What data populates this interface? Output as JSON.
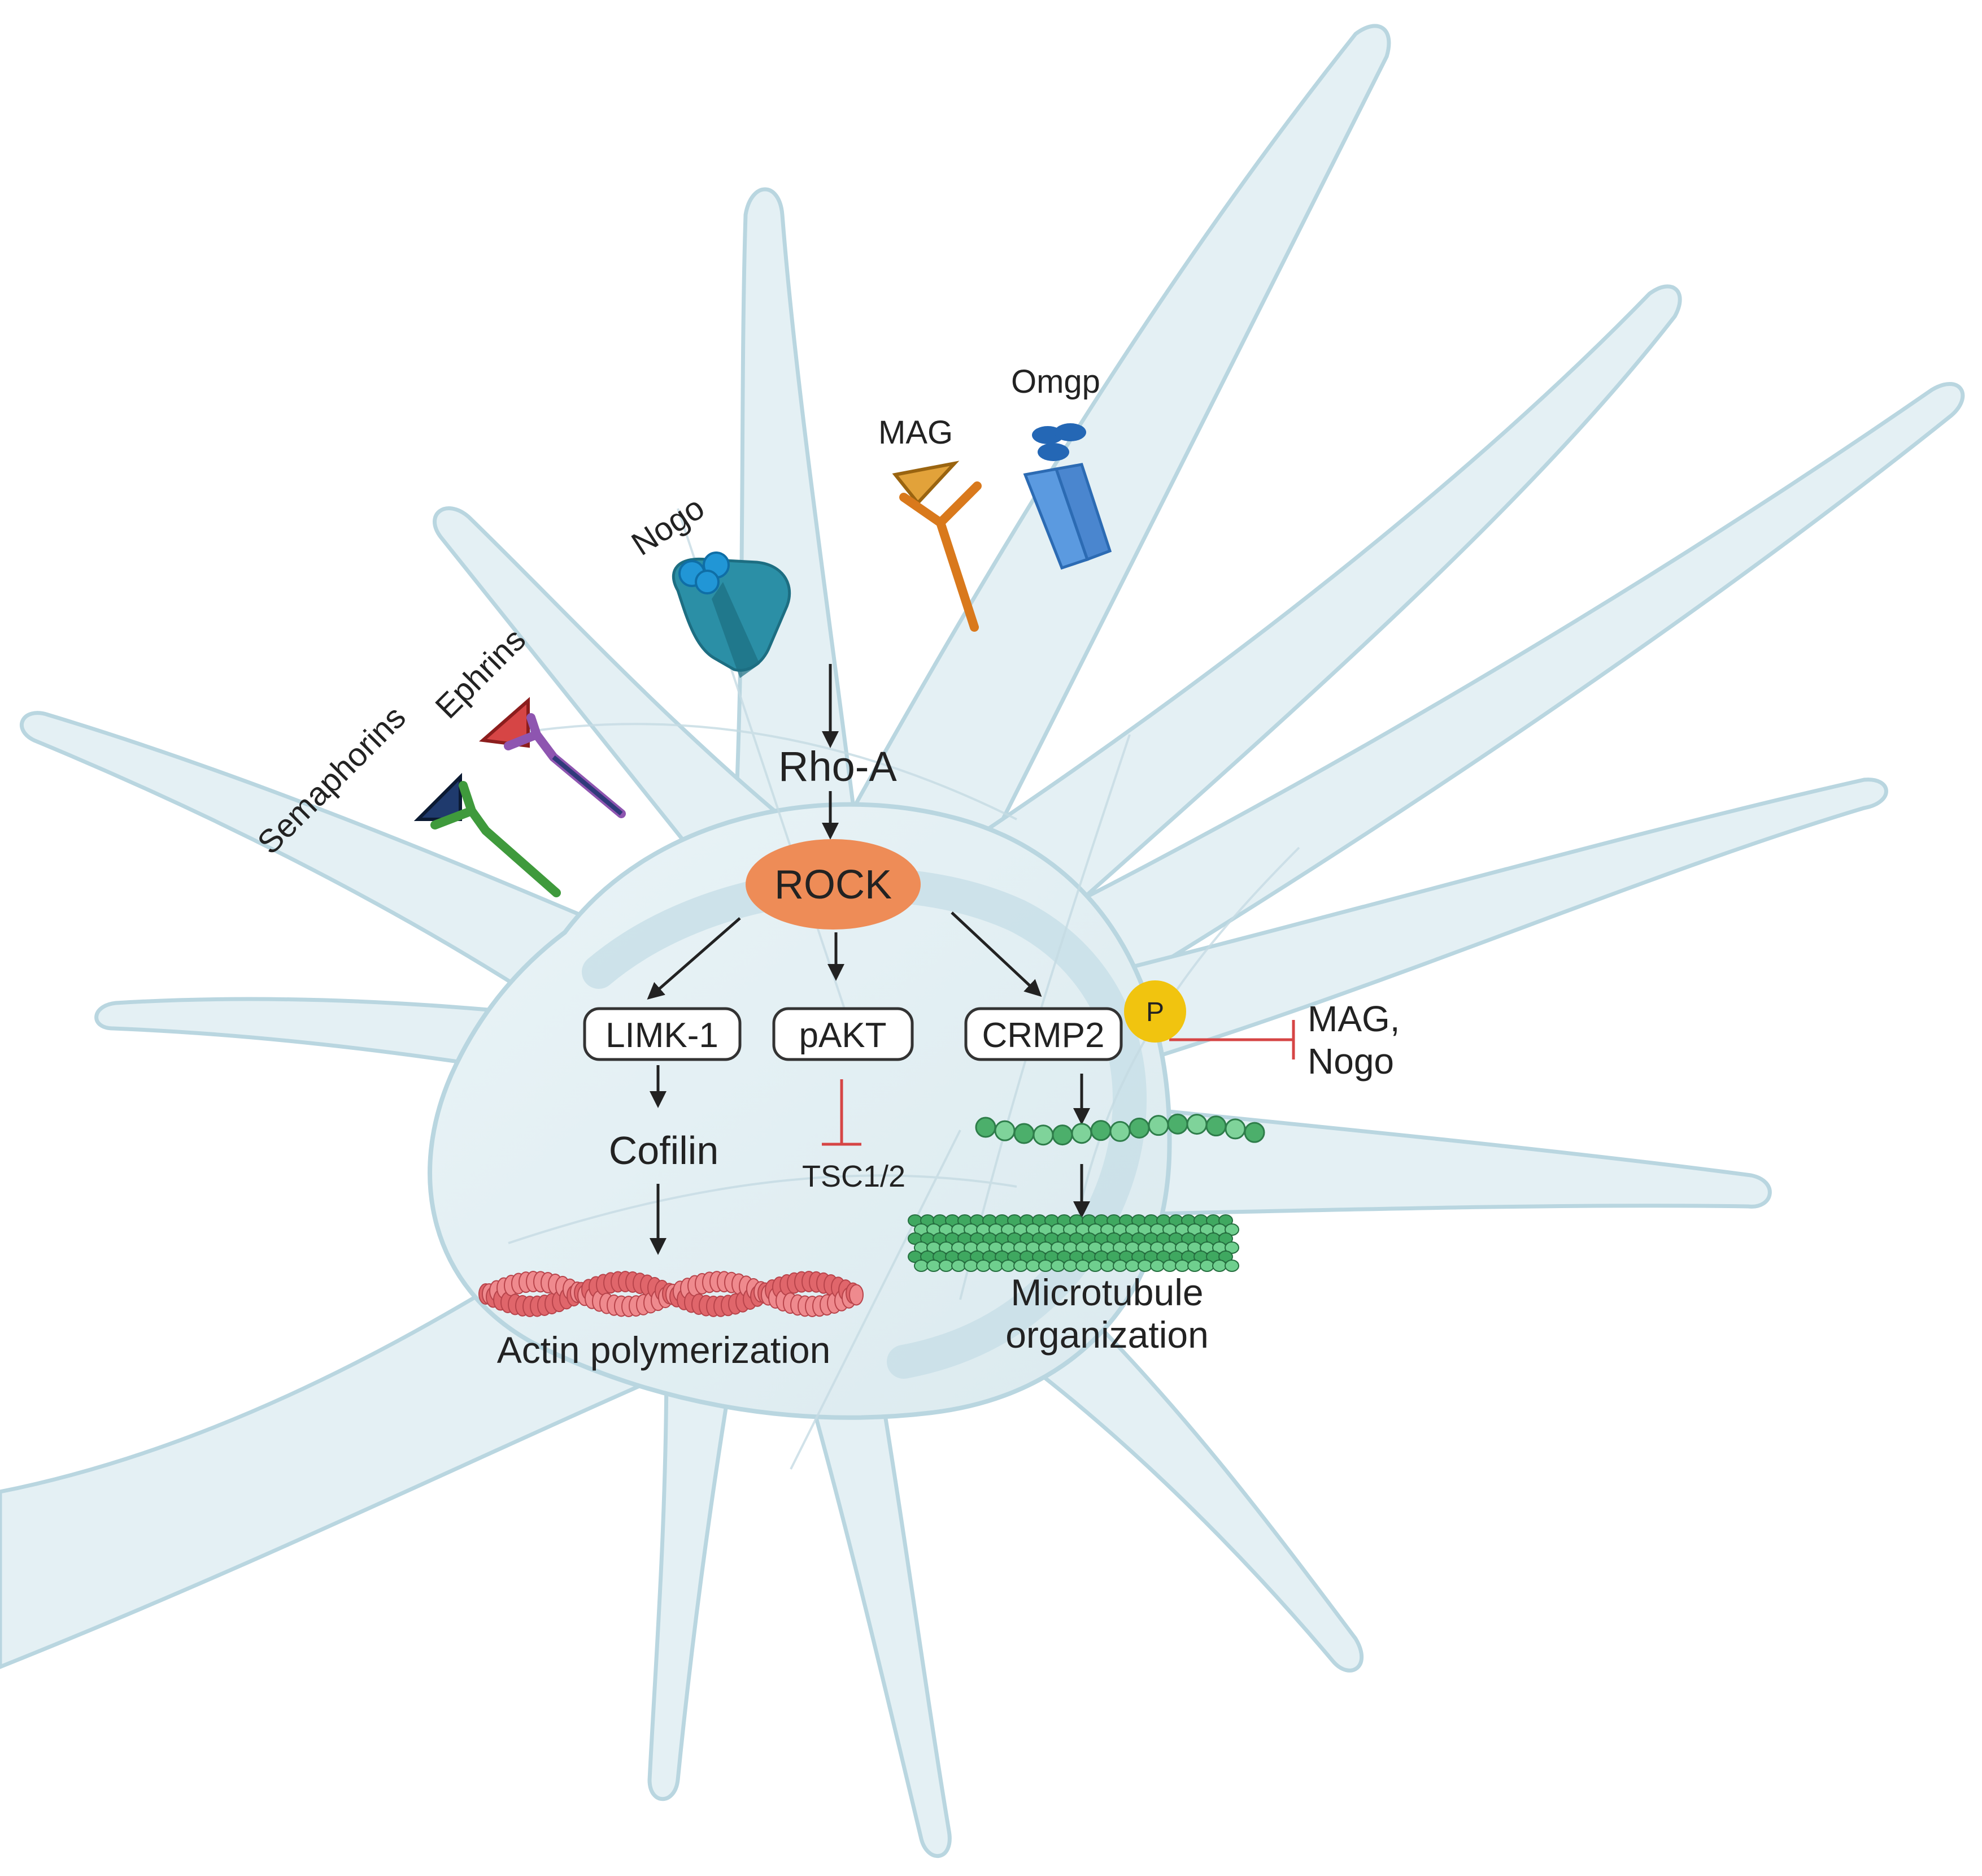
{
  "receptors": {
    "nogo": "Nogo",
    "mag": "MAG",
    "omgp": "Omgp",
    "ephrins": "Ephrins",
    "semaphorins": "Semaphorins"
  },
  "pathway": {
    "rho_a": "Rho-A",
    "rock": "ROCK",
    "limk1": "LIMK-1",
    "pakt": "pAKT",
    "crmp2": "CRMP2",
    "cofilin": "Cofilin",
    "tsc": "TSC1/2",
    "phospho": "P",
    "inhibitor_line1": "MAG,",
    "inhibitor_line2": "Nogo",
    "actin": "Actin polymerization",
    "microtubule_line1": "Microtubule",
    "microtubule_line2": "organization"
  },
  "colors": {
    "cell_fill": "#e4f0f4",
    "cell_outline": "#b9d6e0",
    "rock": "#ee8c57",
    "phospho": "#f1c40f",
    "inhibition": "#d64545",
    "actin": "#e0666b",
    "microtubule": "#4caf6b",
    "nogo_receptor": "#2b8fa6",
    "mag_receptor": "#d9791c",
    "omgp_receptor": "#4f90d8",
    "ephrin_receptor": "#8e55b0",
    "semaphorin_receptor": "#3f9a3c"
  }
}
